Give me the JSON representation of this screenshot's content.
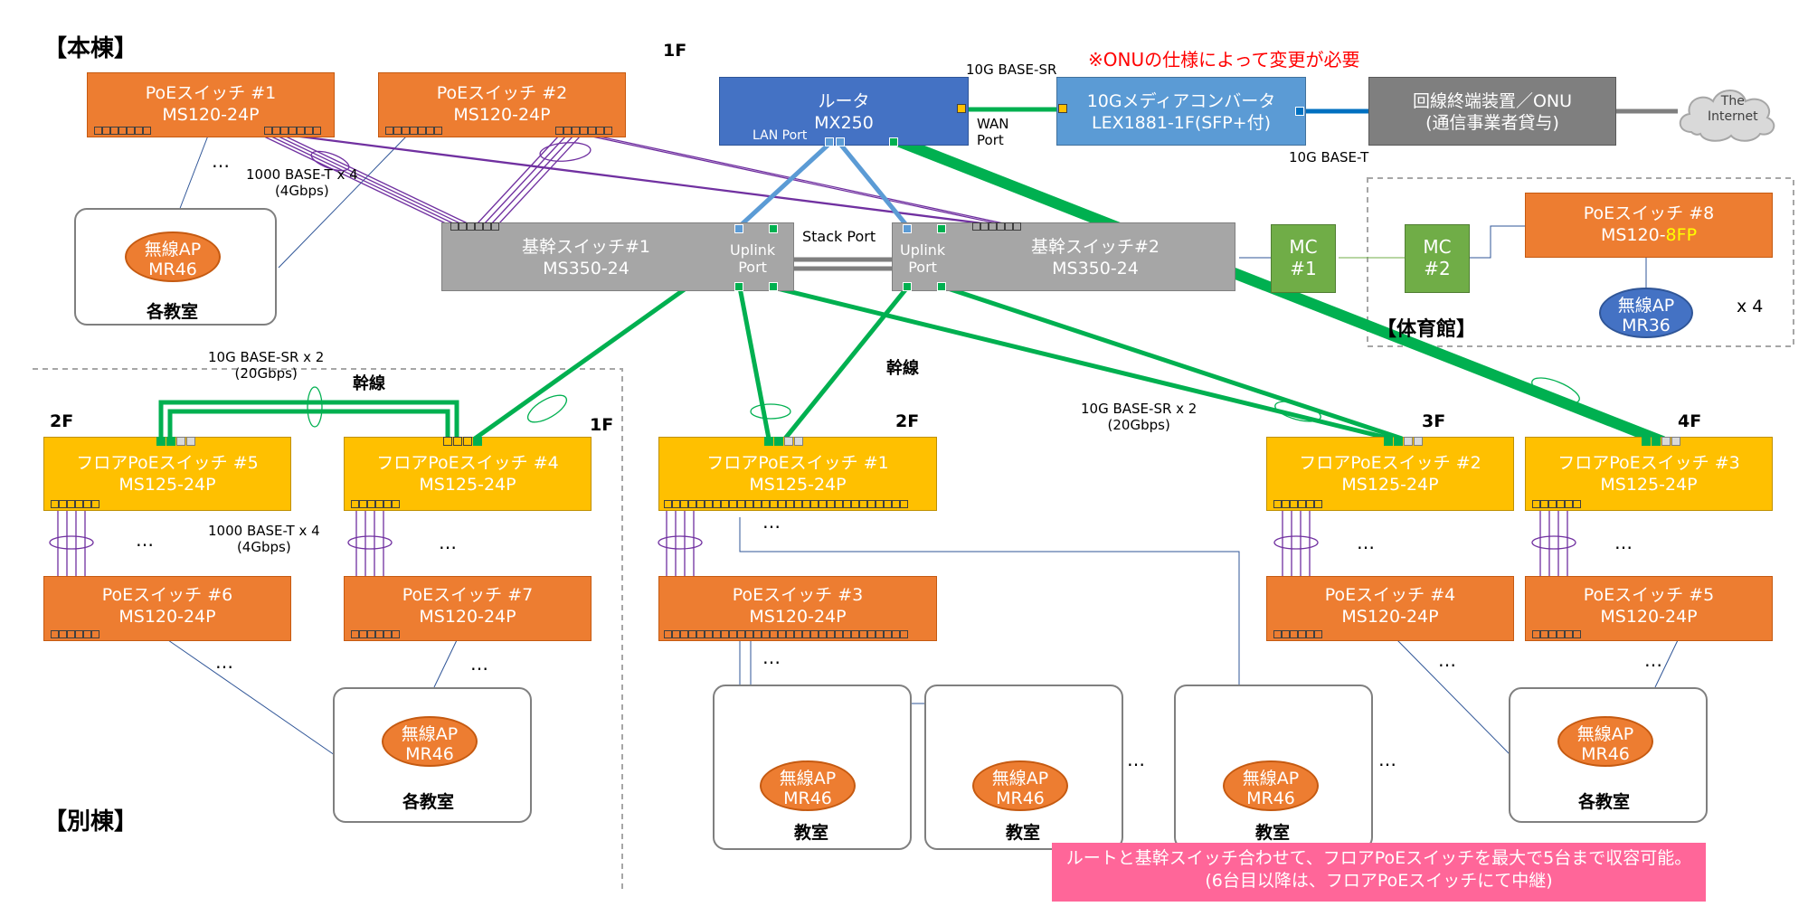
{
  "labels": {
    "honto": "【本棟】",
    "betto": "【別棟】",
    "taiikukan": "【体育館】",
    "warning": "※ONUの仕様によって変更が必要"
  },
  "router": {
    "l1": "ルータ",
    "l2": "MX250",
    "lan_port": "LAN Port",
    "wan_port": "WAN\nPort"
  },
  "media_converter": {
    "l1": "10Gメディアコンバータ",
    "l2": "LEX1881-1F(SFP+付)"
  },
  "onu": {
    "l1": "回線終端装置／ONU",
    "l2": "(通信事業者貸与)"
  },
  "internet": {
    "l1": "The",
    "l2": "Internet"
  },
  "core1": {
    "l1": "基幹スイッチ#1",
    "l2": "MS350-24",
    "uplink": "Uplink\nPort"
  },
  "core2": {
    "l1": "基幹スイッチ#2",
    "l2": "MS350-24",
    "uplink": "Uplink\nPort"
  },
  "stack_port": "Stack Port",
  "mc1": {
    "l1": "MC",
    "l2": "#1"
  },
  "mc2": {
    "l1": "MC",
    "l2": "#2"
  },
  "poe8": {
    "l1": "PoEスイッチ #8",
    "l2a": "MS120-",
    "l2b": "8FP"
  },
  "ap_mr36": {
    "l1": "無線AP",
    "l2": "MR36"
  },
  "x4": "x 4",
  "poe1": {
    "l1": "PoEスイッチ #1",
    "l2": "MS120-24P"
  },
  "poe2": {
    "l1": "PoEスイッチ #2",
    "l2": "MS120-24P"
  },
  "poe3": {
    "l1": "PoEスイッチ #3",
    "l2": "MS120-24P"
  },
  "poe4": {
    "l1": "PoEスイッチ #4",
    "l2": "MS120-24P"
  },
  "poe5": {
    "l1": "PoEスイッチ #5",
    "l2": "MS120-24P"
  },
  "poe6": {
    "l1": "PoEスイッチ #6",
    "l2": "MS120-24P"
  },
  "poe7": {
    "l1": "PoEスイッチ #7",
    "l2": "MS120-24P"
  },
  "fpoe1": {
    "l1": "フロアPoEスイッチ #1",
    "l2": "MS125-24P"
  },
  "fpoe2": {
    "l1": "フロアPoEスイッチ #2",
    "l2": "MS125-24P"
  },
  "fpoe3": {
    "l1": "フロアPoEスイッチ #3",
    "l2": "MS125-24P"
  },
  "fpoe4": {
    "l1": "フロアPoEスイッチ #4",
    "l2": "MS125-24P"
  },
  "fpoe5": {
    "l1": "フロアPoEスイッチ #5",
    "l2": "MS125-24P"
  },
  "ap": {
    "l1": "無線AP",
    "l2": "MR46"
  },
  "room_each": "各教室",
  "room": "教室",
  "floors": {
    "f1": "1F",
    "f2": "2F",
    "f3": "3F",
    "f4": "4F"
  },
  "speeds": {
    "sr10": "10G BASE-SR",
    "t10": "10G BASE-T",
    "t1000": "1000 BASE-T x 4\n(4Gbps)",
    "sr10x2": "10G BASE-SR x 2\n(20Gbps)"
  },
  "kansen": "幹線",
  "ellipsis": "…",
  "dots_mid": "…",
  "note": {
    "l1": "ルートと基幹スイッチ合わせて、フロアPoEスイッチを最大で5台まで収容可能。",
    "l2": "(6台目以降は、フロアPoEスイッチにて中継)"
  },
  "colors": {
    "trunk": "#00b050",
    "lan": "#5b9bd5",
    "wan": "#0070c0",
    "poe_orange": "#ed7d31",
    "floor_yellow": "#ffc000",
    "note_pink": "#ff6699",
    "warning_red": "#ff0000",
    "link_purple": "#7030a0"
  }
}
